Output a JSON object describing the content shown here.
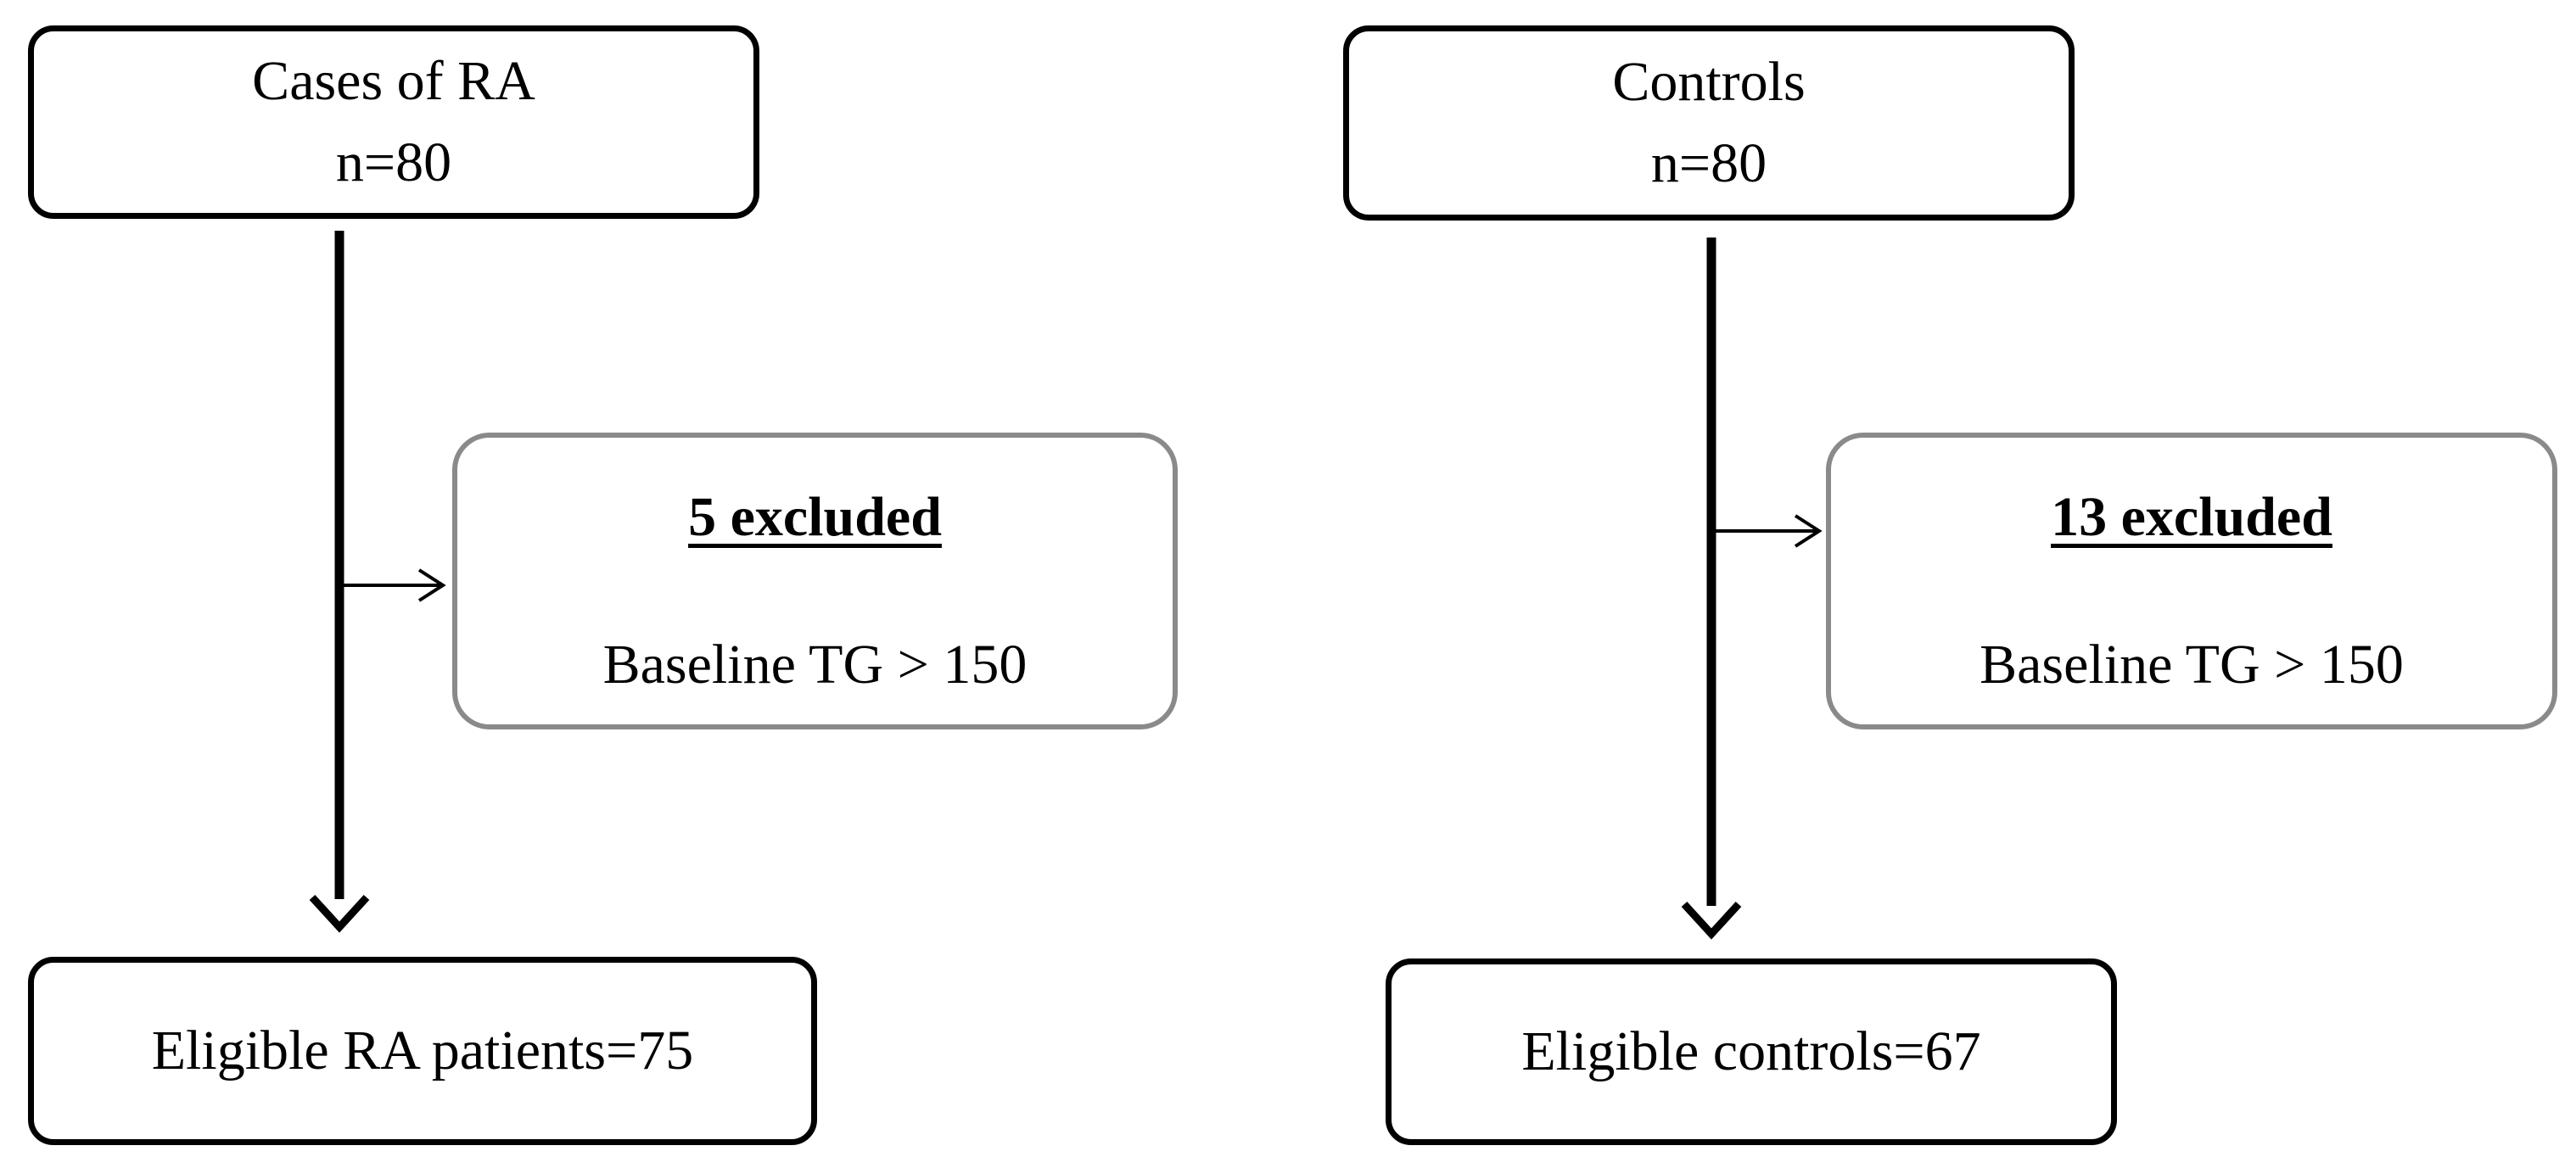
{
  "left_arm": {
    "start": {
      "line1": "Cases of RA",
      "line2": "n=80"
    },
    "exclusion": {
      "title": "5 excluded",
      "reason": "Baseline TG > 150"
    },
    "final": {
      "label": "Eligible RA patients=75"
    }
  },
  "right_arm": {
    "start": {
      "line1": "Controls",
      "line2": "n=80"
    },
    "exclusion": {
      "title": "13 excluded",
      "reason": "Baseline TG > 150"
    },
    "final": {
      "label": "Eligible controls=67"
    }
  }
}
